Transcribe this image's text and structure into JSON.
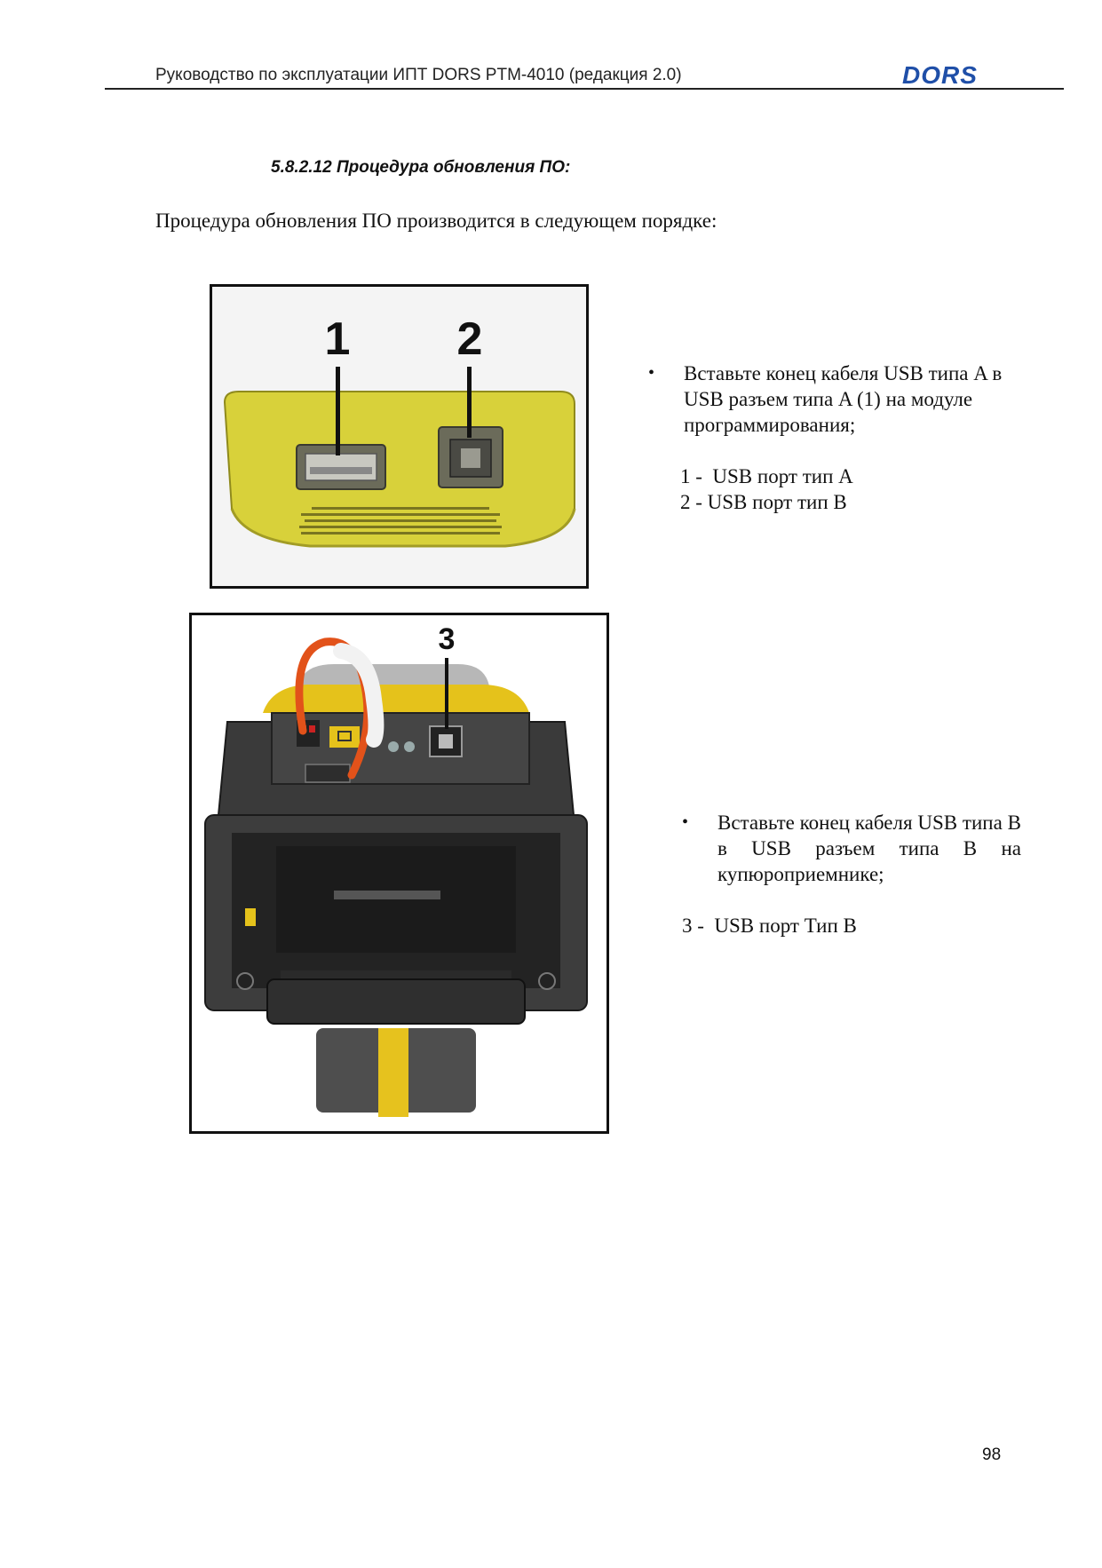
{
  "header": {
    "title": "Руководство по эксплуатации ИПТ DORS PTM-4010 (редакция 2.0)",
    "logo_text": "DORS",
    "logo_color": "#1f4fa8"
  },
  "section": {
    "title": "5.8.2.12 Процедура обновления ПО:",
    "intro": "Процедура обновления ПО производится в следующем порядке:"
  },
  "photo1": {
    "callouts": [
      "1",
      "2"
    ],
    "body_color": "#d8d13a"
  },
  "photo2": {
    "callouts": [
      "3"
    ]
  },
  "step1": {
    "bullet": "•",
    "text": "Вставьте конец кабеля USB типа A в USB разъем типа A (1) на модуле программирования;",
    "legend": [
      "1 -  USB порт тип A",
      "2 - USB порт тип B"
    ]
  },
  "step2": {
    "bullet": "•",
    "text": "Вставьте конец кабеля USB типа B в USB разъем типа B на купюроприемнике;",
    "legend": [
      "3 -  USB порт Тип B"
    ]
  },
  "page_number": "98"
}
